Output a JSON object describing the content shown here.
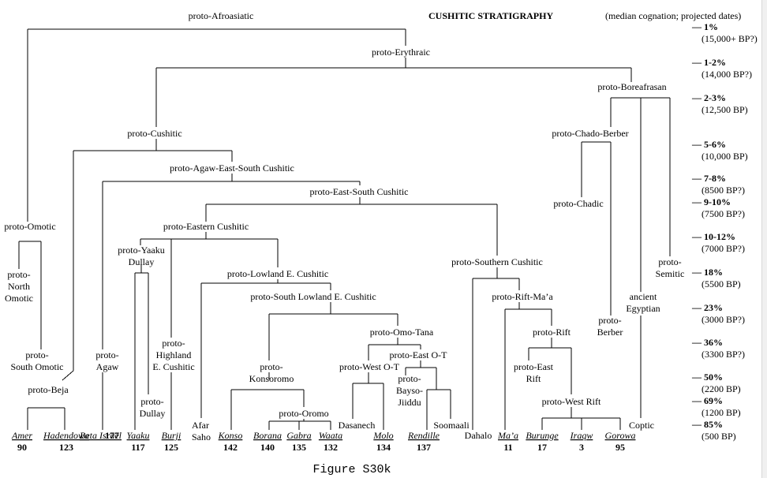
{
  "title": "CUSHITIC STRATIGRAPHY",
  "scale_header": {
    "bold": "median cognation",
    "rest": "; projected dates)",
    "open": "("
  },
  "caption": "Figure S30k",
  "scale": [
    {
      "pct": "— 1%",
      "date": "(15,000+ BP?)"
    },
    {
      "pct": "— 1-2%",
      "date": "(14,000 BP?)"
    },
    {
      "pct": "— 2-3%",
      "date": "(12,500 BP)"
    },
    {
      "pct": "— 5-6%",
      "date": "(10,000 BP)"
    },
    {
      "pct": "— 7-8%",
      "date": "(8500 BP?)"
    },
    {
      "pct": "— 9-10%",
      "date": "(7500 BP?)"
    },
    {
      "pct": "— 10-12%",
      "date": "(7000 BP?)"
    },
    {
      "pct": "— 18%",
      "date": "(5500 BP)"
    },
    {
      "pct": "— 23%",
      "date": "(3000 BP?)"
    },
    {
      "pct": "— 36%",
      "date": "(3300 BP?)"
    },
    {
      "pct": "— 50%",
      "date": "(2200 BP)"
    },
    {
      "pct": "— 69%",
      "date": "(1200 BP)"
    },
    {
      "pct": "— 85%",
      "date": "(500 BP)"
    }
  ],
  "nodes": {
    "afroasiatic": [
      "proto-Afroasiatic"
    ],
    "erythraic": [
      "proto-Erythraic"
    ],
    "boreafrasan": [
      "proto-Boreafrasan"
    ],
    "cushitic": [
      "proto-Cushitic"
    ],
    "chado_berber": [
      "proto-Chado-Berber"
    ],
    "agaw_east_south": [
      "proto-Agaw-East-South Cushitic"
    ],
    "east_south": [
      "proto-East-South Cushitic"
    ],
    "chadic": [
      "proto-Chadic"
    ],
    "omotic": [
      "proto-Omotic"
    ],
    "eastern": [
      "proto-Eastern Cushitic"
    ],
    "yaaku_dullay": [
      "proto-Yaaku",
      "Dullay"
    ],
    "semitic": [
      "proto-",
      "Semitic"
    ],
    "southern": [
      "proto-Southern Cushitic"
    ],
    "north_omotic": [
      "proto-",
      "North",
      "Omotic"
    ],
    "lowland": [
      "proto-Lowland E. Cushitic"
    ],
    "south_lowland": [
      "proto-South Lowland E. Cushitic"
    ],
    "rift_maa": [
      "proto-Rift-Ma’a"
    ],
    "egyptian": [
      "ancient",
      "Egyptian"
    ],
    "berber": [
      "proto-",
      "Berber"
    ],
    "omo_tana": [
      "proto-Omo-Tana"
    ],
    "rift": [
      "proto-Rift"
    ],
    "highland": [
      "proto-",
      "Highland",
      "E. Cushitic"
    ],
    "south_omotic": [
      "proto-",
      "South Omotic"
    ],
    "agaw": [
      "proto-",
      "Agaw"
    ],
    "east_ot": [
      "proto-East O-T"
    ],
    "konsoromo": [
      "proto-",
      "Konsoromo"
    ],
    "west_ot": [
      "proto-West O-T"
    ],
    "east_rift": [
      "proto-East",
      "Rift"
    ],
    "bayso_jiiddu": [
      "proto-",
      "Bayso-",
      "Jiiddu"
    ],
    "beja": [
      "proto-Beja"
    ],
    "dullay": [
      "proto-",
      "Dullay"
    ],
    "west_rift": [
      "proto-West Rift"
    ],
    "oromo": [
      "proto-Oromo"
    ],
    "afar_saho": [
      "Afar",
      "Saho"
    ],
    "dasanech": [
      "Dasanech"
    ],
    "soomaali": [
      "Soomaali"
    ],
    "dahalo": [
      "Dahalo"
    ],
    "coptic": [
      "Coptic"
    ]
  },
  "leaves": [
    {
      "name": "Amer",
      "count": "90"
    },
    {
      "name": "Hadendowa",
      "count": "123"
    },
    {
      "name": "Beta Israel",
      "count": "177"
    },
    {
      "name": "Yaaku",
      "count": "117"
    },
    {
      "name": "Burji",
      "count": "125"
    },
    {
      "name": "Konso",
      "count": "142"
    },
    {
      "name": "Borana",
      "count": "140"
    },
    {
      "name": "Gabra",
      "count": "135"
    },
    {
      "name": "Waata",
      "count": "132"
    },
    {
      "name": "Molo",
      "count": "134"
    },
    {
      "name": "Rendille",
      "count": "137"
    },
    {
      "name": "Ma’a",
      "count": "11"
    },
    {
      "name": "Burunge",
      "count": "17"
    },
    {
      "name": "Iraqw",
      "count": "3"
    },
    {
      "name": "Gorowa",
      "count": "95"
    }
  ]
}
